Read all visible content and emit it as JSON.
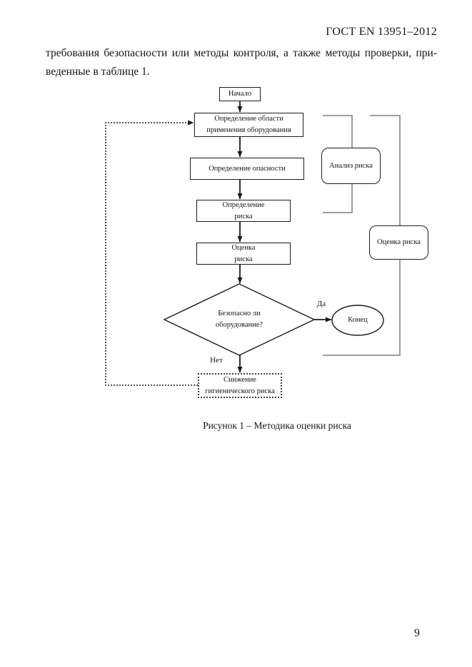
{
  "page": {
    "header": "ГОСТ EN 13951–2012",
    "paragraph_line1": "требования безопасности или методы контроля, а также методы проверки, при-",
    "paragraph_line2": "веденные в таблице 1.",
    "caption": "Рисунок 1 – Методика оценки риска",
    "page_number": "9"
  },
  "flowchart": {
    "nodes": {
      "start": "Начало",
      "scope_line1": "Определение области",
      "scope_line2": "применения оборудования",
      "hazard": "Определение опасности",
      "risk_determination_line1": "Определение",
      "risk_determination_line2": "риска",
      "risk_evaluation_line1": "Оценка",
      "risk_evaluation_line2": "риска",
      "decision_line1": "Безопасно ли",
      "decision_line2": "оборудование?",
      "end": "Конец",
      "reduction_line1": "Снижение",
      "reduction_line2": "гигиенического риска",
      "analysis_bracket": "Анализ риска",
      "assessment_bracket": "Оценка риска"
    },
    "labels": {
      "yes": "Да",
      "no": "Нет"
    },
    "colors": {
      "line": "#1a1a1a",
      "bracket": "#7d7d7d"
    }
  }
}
